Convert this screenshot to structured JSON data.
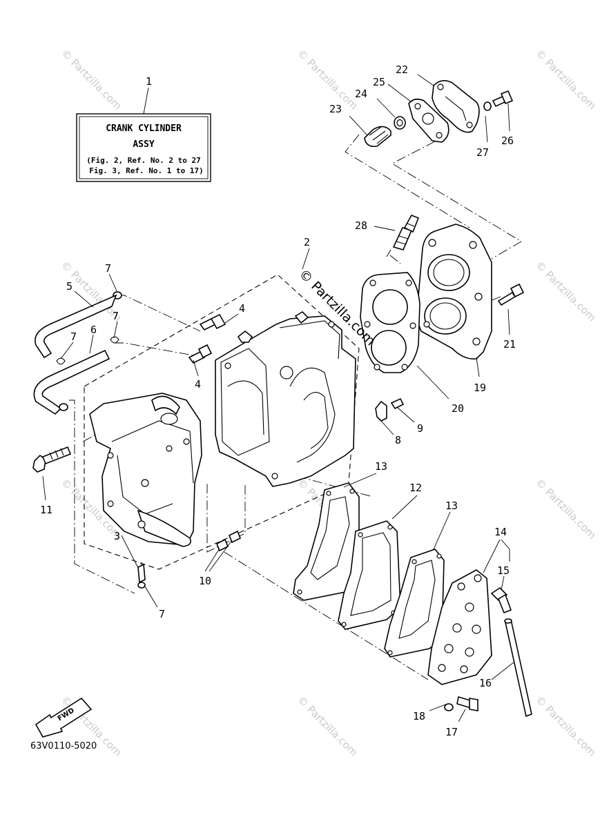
{
  "info_box": {
    "callout": "1",
    "line1": "CRANK CYLINDER",
    "line2": "ASSY",
    "line3": "(Fig. 2, Ref. No. 2 to 27",
    "line4": "Fig. 3, Ref. No. 1 to 17)"
  },
  "callouts": {
    "c2": "2",
    "c3": "3",
    "c4a": "4",
    "c4b": "4",
    "c5": "5",
    "c6": "6",
    "c7a": "7",
    "c7b": "7",
    "c7c": "7",
    "c7d": "7",
    "c8": "8",
    "c9": "9",
    "c10": "10",
    "c11": "11",
    "c12": "12",
    "c13a": "13",
    "c13b": "13",
    "c14": "14",
    "c15": "15",
    "c16": "16",
    "c17": "17",
    "c18": "18",
    "c19": "19",
    "c20": "20",
    "c21": "21",
    "c22": "22",
    "c23": "23",
    "c24": "24",
    "c25": "25",
    "c26": "26",
    "c27": "27",
    "c28": "28"
  },
  "fwd_label": "FWD",
  "diagram_code": "63V0110-5020",
  "watermark": {
    "text": "© Partzilla.com",
    "center_text": "© Partzilla.com"
  },
  "colors": {
    "ink": "#000000",
    "watermark": "#c9c9c9",
    "background": "#ffffff"
  }
}
